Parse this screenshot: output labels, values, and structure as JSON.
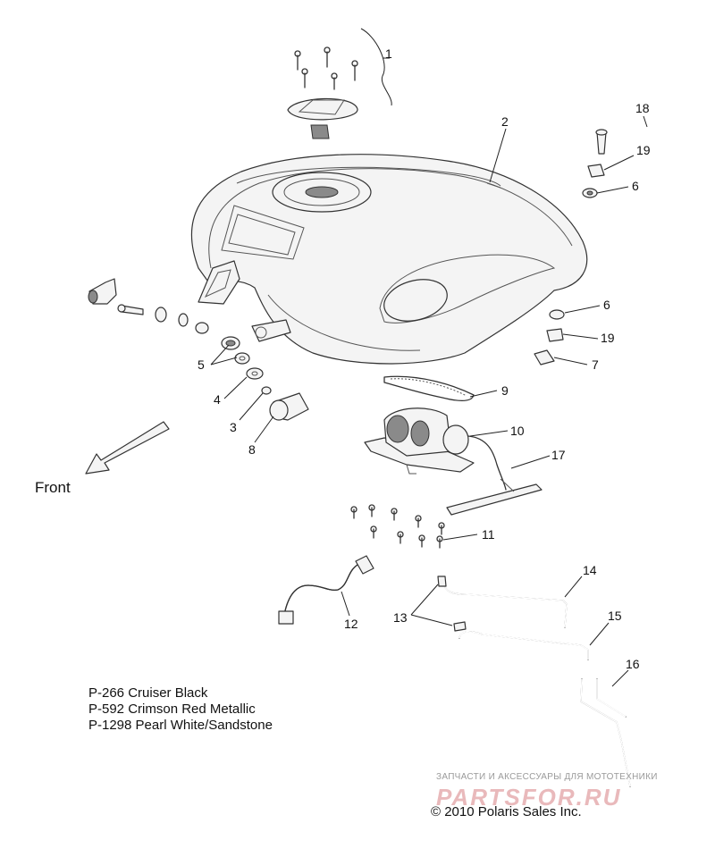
{
  "callouts": [
    "1",
    "2",
    "18",
    "19",
    "6",
    "6",
    "19",
    "7",
    "9",
    "10",
    "17",
    "11",
    "5",
    "4",
    "3",
    "8",
    "14",
    "15",
    "13",
    "12",
    "16"
  ],
  "front_label": "Front",
  "legend": [
    "P-266  Cruiser Black",
    "P-592  Crimson Red Metallic",
    "P-1298 Pearl White/Sandstone"
  ],
  "watermark": {
    "tagline": "ЗАПЧАСТИ И АКСЕССУАРЫ ДЛЯ МОТОТЕХНИКИ",
    "logo": "PARTSFOR.RU"
  },
  "copyright": "© 2010 Polaris Sales Inc."
}
